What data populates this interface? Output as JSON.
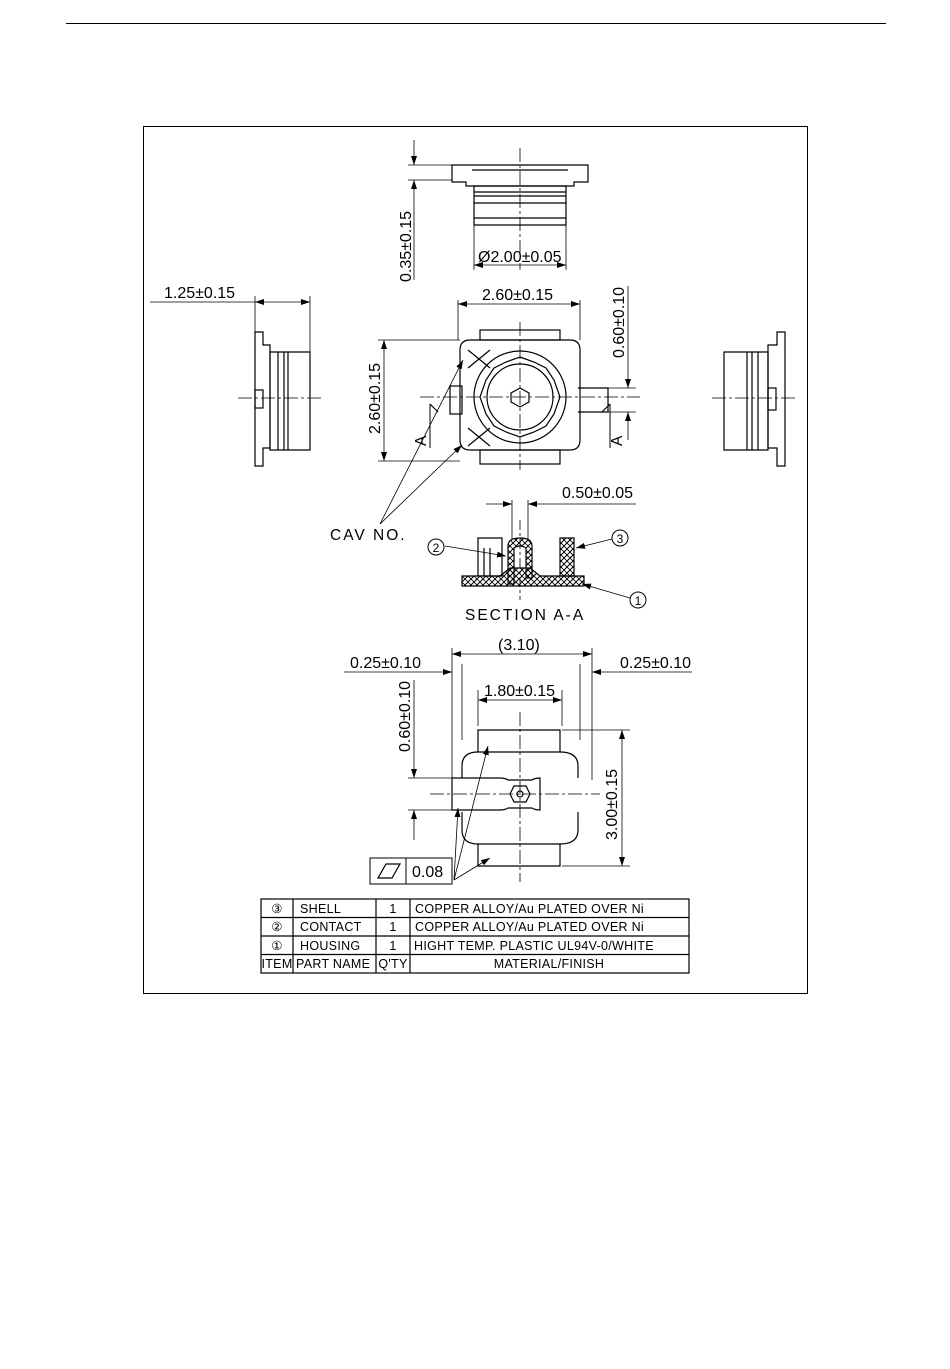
{
  "drawing": {
    "dims": {
      "dia": "Ø2.00±0.05",
      "thk": "0.35±0.15",
      "side_w": "1.25±0.15",
      "top_w": "2.60±0.15",
      "top_h": "2.60±0.15",
      "pin_off": "0.60±0.10",
      "pitch": "0.50±0.05",
      "overall": "(3.10)",
      "margin_l": "0.25±0.10",
      "margin_r": "0.25±0.10",
      "pad_w": "1.80±0.15",
      "pad_off": "0.60±0.10",
      "pad_h": "3.00±0.15"
    },
    "labels": {
      "cav": "CAV NO.",
      "section": "SECTION A-A",
      "sect_a1": "A",
      "sect_a2": "A",
      "callout_1": "1",
      "callout_2": "2",
      "callout_3": "3"
    },
    "tolerance": {
      "value": "0.08",
      "symbol": "flatness-icon"
    }
  },
  "bom": {
    "rows": [
      {
        "item": "③",
        "name": "SHELL",
        "qty": "1",
        "material": "COPPER ALLOY/Au PLATED OVER Ni"
      },
      {
        "item": "②",
        "name": "CONTACT",
        "qty": "1",
        "material": "COPPER ALLOY/Au PLATED OVER Ni"
      },
      {
        "item": "①",
        "name": "HOUSING",
        "qty": "1",
        "material": "HIGHT TEMP. PLASTIC UL94V-0/WHITE"
      }
    ],
    "header": {
      "item": "ITEM",
      "name": "PART NAME",
      "qty": "Q'TY",
      "material": "MATERIAL/FINISH"
    }
  }
}
